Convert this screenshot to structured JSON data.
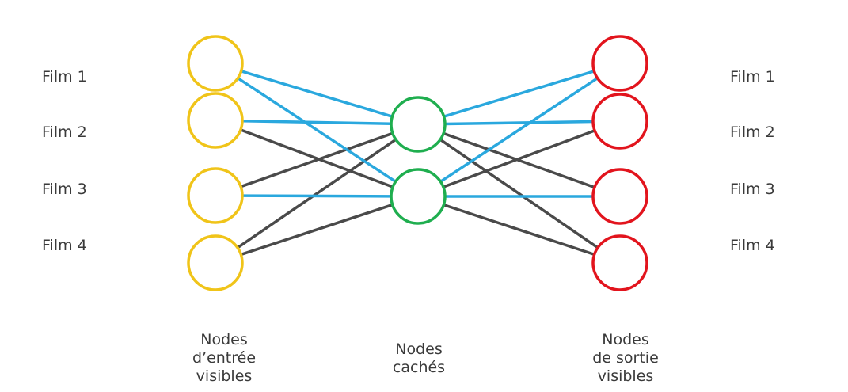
{
  "input_labels": [
    "Film 1",
    "Film 2",
    "Film 3",
    "Film 4"
  ],
  "output_labels": [
    "Film 1",
    "Film 2",
    "Film 3",
    "Film 4"
  ],
  "captions": {
    "input": [
      "Nodes",
      "d’entrée",
      "visibles"
    ],
    "hidden": [
      "Nodes",
      "cachés"
    ],
    "output": [
      "Nodes",
      "de sortie",
      "visibles"
    ]
  },
  "colors": {
    "input_node": "#f0c419",
    "hidden_node": "#1fae4f",
    "output_node": "#e2141d",
    "highlight_edge": "#2aa8de",
    "normal_edge": "#4a4a4a"
  },
  "graph": {
    "input_nodes": 4,
    "hidden_nodes": 2,
    "output_nodes": 4,
    "edges": [
      {
        "from": "input-1",
        "to": "hidden-1",
        "highlight": true
      },
      {
        "from": "input-1",
        "to": "hidden-2",
        "highlight": true
      },
      {
        "from": "input-2",
        "to": "hidden-1",
        "highlight": true
      },
      {
        "from": "input-2",
        "to": "hidden-2",
        "highlight": false
      },
      {
        "from": "input-3",
        "to": "hidden-1",
        "highlight": false
      },
      {
        "from": "input-3",
        "to": "hidden-2",
        "highlight": true
      },
      {
        "from": "input-4",
        "to": "hidden-1",
        "highlight": false
      },
      {
        "from": "input-4",
        "to": "hidden-2",
        "highlight": false
      },
      {
        "from": "hidden-1",
        "to": "output-1",
        "highlight": true
      },
      {
        "from": "hidden-1",
        "to": "output-2",
        "highlight": true
      },
      {
        "from": "hidden-1",
        "to": "output-3",
        "highlight": false
      },
      {
        "from": "hidden-1",
        "to": "output-4",
        "highlight": false
      },
      {
        "from": "hidden-2",
        "to": "output-1",
        "highlight": true
      },
      {
        "from": "hidden-2",
        "to": "output-2",
        "highlight": false
      },
      {
        "from": "hidden-2",
        "to": "output-3",
        "highlight": true
      },
      {
        "from": "hidden-2",
        "to": "output-4",
        "highlight": false
      }
    ]
  }
}
